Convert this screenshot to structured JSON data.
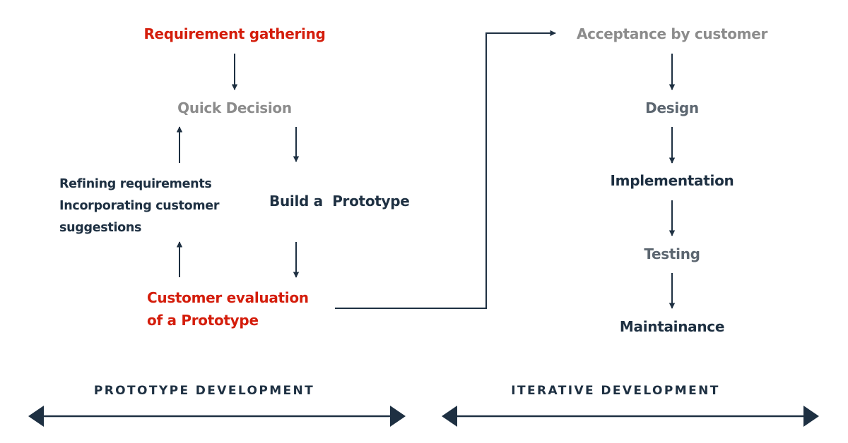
{
  "prototype": {
    "requirement_gathering": "Requirement gathering",
    "quick_decision": "Quick Decision",
    "refining_line1": "Refining requirements",
    "refining_line2": "Incorporating customer",
    "refining_line3": "suggestions",
    "build_prototype": "Build a  Prototype",
    "evaluation_line1": "Customer evaluation",
    "evaluation_line2": "of a Prototype"
  },
  "iterative": {
    "acceptance": "Acceptance by customer",
    "design": "Design",
    "implementation": "Implementation",
    "testing": "Testing",
    "maintenance": "Maintainance"
  },
  "phases": {
    "prototype_label": "PROTOTYPE DEVELOPMENT",
    "iterative_label": "ITERATIVE DEVELOPMENT"
  },
  "colors": {
    "red": "#d41d0b",
    "gray": "#8c8c8c",
    "navy": "#1e3042",
    "slate": "#5c6670"
  }
}
